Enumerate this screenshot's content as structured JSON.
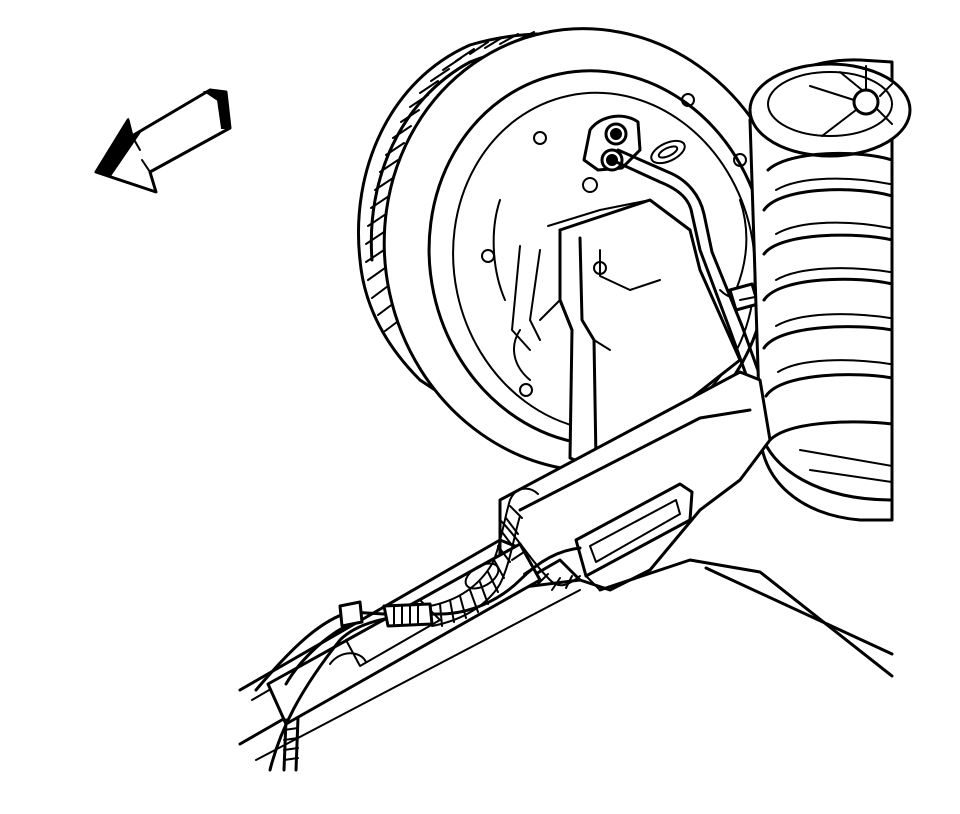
{
  "figure": {
    "kind": "technical line illustration",
    "style": "black line art on white background",
    "colors": {
      "background": "#ffffff",
      "ink": "#000000"
    },
    "icons": {
      "direction_arrow": "arrow-left-up-icon"
    },
    "components": [
      "brake-drum",
      "backing-plate",
      "brake-line-fittings",
      "coil-spring",
      "lower-control-arm",
      "wiring-harness",
      "frame-rail"
    ]
  }
}
